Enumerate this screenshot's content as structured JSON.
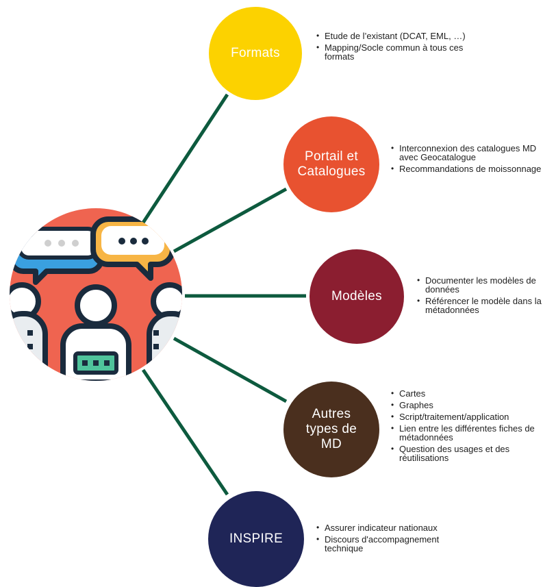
{
  "colors": {
    "connector": "#0d5a3e",
    "formats": "#fcd200",
    "portail": "#e85230",
    "modeles": "#8b1e30",
    "autres": "#4a2f1e",
    "inspire": "#1f2557"
  },
  "hub": {
    "icon": "group-discussion-icon"
  },
  "nodes": [
    {
      "id": "formats",
      "lines": [
        "Formats"
      ],
      "bullets": [
        "Etude de l’existant (DCAT, EML, …)",
        "Mapping/Socle commun à tous ces formats"
      ]
    },
    {
      "id": "portail",
      "lines": [
        "Portail et",
        "Catalogues"
      ],
      "bullets": [
        "Interconnexion des catalogues MD avec Geocatalogue",
        "Recommandations de moissonnage"
      ]
    },
    {
      "id": "modeles",
      "lines": [
        "Modèles"
      ],
      "bullets": [
        "Documenter les modèles de données",
        "Référencer le modèle dans la métadonnées"
      ]
    },
    {
      "id": "autres",
      "lines": [
        "Autres",
        "types de",
        "MD"
      ],
      "bullets": [
        "Cartes",
        "Graphes",
        "Script/traitement/application",
        "Lien entre les différentes fiches de métadonnées",
        "Question des usages et des réutilisations"
      ]
    },
    {
      "id": "inspire",
      "lines": [
        "INSPIRE"
      ],
      "bullets": [
        "Assurer indicateur nationaux",
        "Discours d'accompagnement technique"
      ]
    }
  ]
}
